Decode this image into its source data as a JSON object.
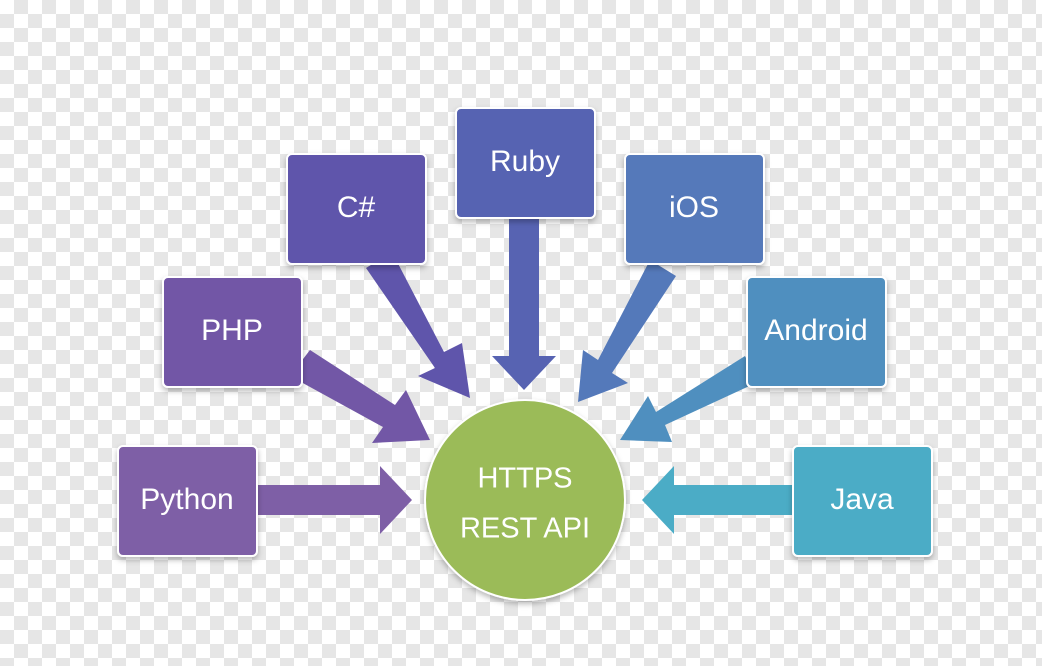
{
  "hub": {
    "line1": "HTTPS",
    "line2": "REST API",
    "color": "#9bbb59"
  },
  "nodes": [
    {
      "id": "python",
      "label": "Python",
      "color": "#7e5fa6"
    },
    {
      "id": "php",
      "label": "PHP",
      "color": "#7257a6"
    },
    {
      "id": "csharp",
      "label": "C#",
      "color": "#5f55ab"
    },
    {
      "id": "ruby",
      "label": "Ruby",
      "color": "#5763b2"
    },
    {
      "id": "ios",
      "label": "iOS",
      "color": "#5479ba"
    },
    {
      "id": "android",
      "label": "Android",
      "color": "#4f8fbf"
    },
    {
      "id": "java",
      "label": "Java",
      "color": "#4bacc6"
    }
  ]
}
